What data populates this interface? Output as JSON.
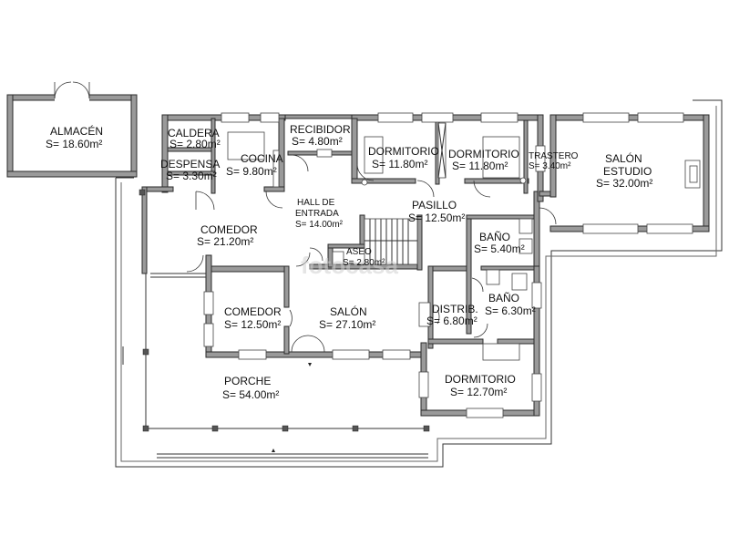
{
  "rooms": {
    "almacen": {
      "name": "ALMACÉN",
      "area": "S=  18.60m²"
    },
    "caldera": {
      "name": "CALDERA",
      "area": "S=  2.80m²"
    },
    "despensa": {
      "name": "DESPENSA",
      "area": "S=  3.30m²"
    },
    "cocina": {
      "name": "COCINA",
      "area": "S=  9.80m²"
    },
    "recibidor": {
      "name": "RECIBIDOR",
      "area": "S=  4.80m²"
    },
    "dormitorio1": {
      "name": "DORMITORIO",
      "area": "S=  11.80m²"
    },
    "dormitorio2": {
      "name": "DORMITORIO",
      "area": "S=  11.80m²"
    },
    "trastero": {
      "name": "TRASTERO",
      "area": "S=  3.40m²"
    },
    "salon_estudio": {
      "name": "SALÓN",
      "name2": "ESTUDIO",
      "area": "S=  32.00m²"
    },
    "hall": {
      "name": "HALL DE",
      "name2": "ENTRADA",
      "area": "S=  14.00m²"
    },
    "pasillo": {
      "name": "PASILLO",
      "area": "S=  12.50m²"
    },
    "comedor1": {
      "name": "COMEDOR",
      "area": "S=  21.20m²"
    },
    "aseo": {
      "name": "ASEO",
      "area": "S=  2.80m²"
    },
    "bano1": {
      "name": "BAÑO",
      "area": "S=  5.40m²"
    },
    "bano2": {
      "name": "BAÑO",
      "area": "S=  6.30m²"
    },
    "distrib": {
      "name": "DISTRIB.",
      "area": "S=  6.80m²"
    },
    "comedor2": {
      "name": "COMEDOR",
      "area": "S=  12.50m²"
    },
    "salon": {
      "name": "SALÓN",
      "area": "S=  27.10m²"
    },
    "dormitorio3": {
      "name": "DORMITORIO",
      "area": "S=  12.70m²"
    },
    "porche": {
      "name": "PORCHE",
      "area": "S=  54.00m²"
    }
  },
  "watermark": "fotocasa",
  "colors": {
    "wall": "#9a9a9a",
    "line": "#2b2b2b",
    "background": "#ffffff"
  }
}
